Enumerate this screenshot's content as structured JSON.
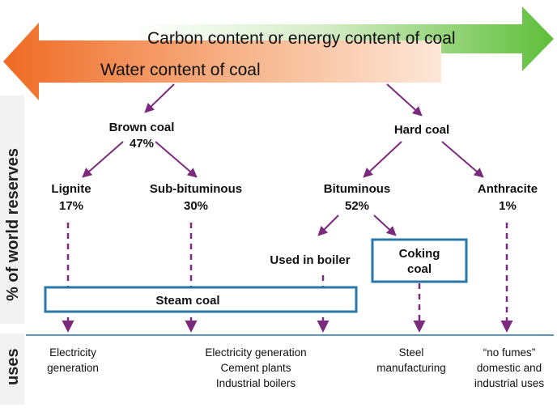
{
  "arrows": {
    "carbon": "Carbon content or energy content of coal",
    "water": "Water content of coal"
  },
  "side_labels": {
    "reserves": "% of world reserves",
    "uses": "uses"
  },
  "nodes": {
    "brown_coal": {
      "name": "Brown coal",
      "pct": "47%"
    },
    "hard_coal": {
      "name": "Hard coal"
    },
    "lignite": {
      "name": "Lignite",
      "pct": "17%"
    },
    "sub_bituminous": {
      "name": "Sub-bituminous",
      "pct": "30%"
    },
    "bituminous": {
      "name": "Bituminous",
      "pct": "52%"
    },
    "anthracite": {
      "name": "Anthracite",
      "pct": "1%"
    },
    "used_in_boiler": {
      "name": "Used in boiler"
    },
    "coking_coal": {
      "line1": "Coking",
      "line2": "coal"
    },
    "steam_coal": {
      "name": "Steam coal"
    }
  },
  "uses": {
    "lignite": [
      "Electricity",
      "generation"
    ],
    "sub_bituminous": [
      "Electricity generation",
      "Cement plants",
      "Industrial boilers"
    ],
    "coking": [
      "Steel",
      "manufacturing"
    ],
    "anthracite": [
      "“no fumes”",
      "domestic and",
      "industrial uses"
    ]
  },
  "colors": {
    "carbon_arrow": "#6fc24a",
    "water_arrow": "#f07a2e",
    "tree_arrow": "#7b2a7e",
    "box_border": "#2a77a8",
    "sidebar_bg": "#f2f2f2"
  }
}
